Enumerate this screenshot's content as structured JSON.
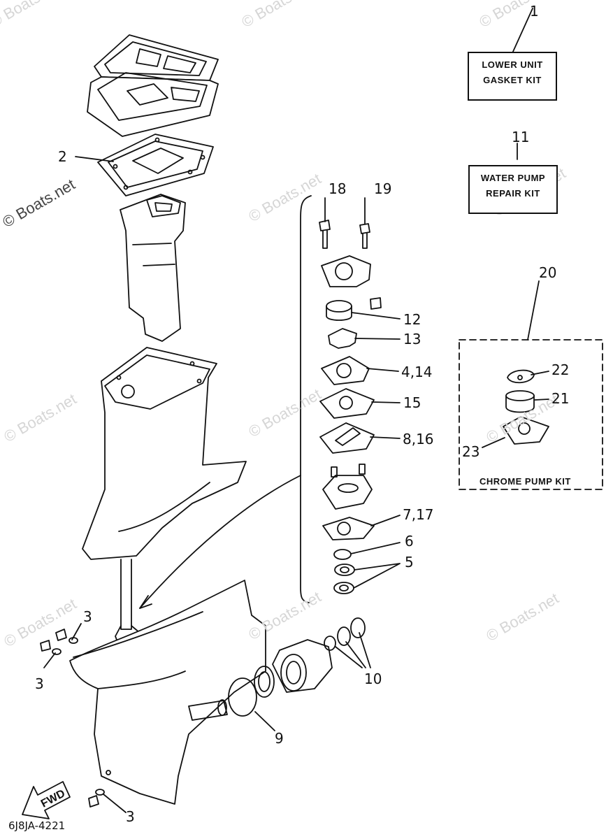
{
  "watermark": "© Boats.net",
  "drawing_code": "6J8JA-4221",
  "kits": {
    "lower_unit": {
      "line1": "LOWER UNIT",
      "line2": "GASKET KIT"
    },
    "water_pump": {
      "line1": "WATER PUMP",
      "line2": "REPAIR KIT"
    },
    "chrome_pump": "CHROME PUMP KIT"
  },
  "direction_label": "FWD",
  "callouts": {
    "c1": "1",
    "c2": "2",
    "c3a": "3",
    "c3b": "3",
    "c3c": "3",
    "c4_14": "4,14",
    "c5": "5",
    "c6": "6",
    "c7_17": "7,17",
    "c8_16": "8,16",
    "c9": "9",
    "c10": "10",
    "c11": "11",
    "c12": "12",
    "c13": "13",
    "c15": "15",
    "c18": "18",
    "c19": "19",
    "c20": "20",
    "c21": "21",
    "c22": "22",
    "c23": "23"
  }
}
